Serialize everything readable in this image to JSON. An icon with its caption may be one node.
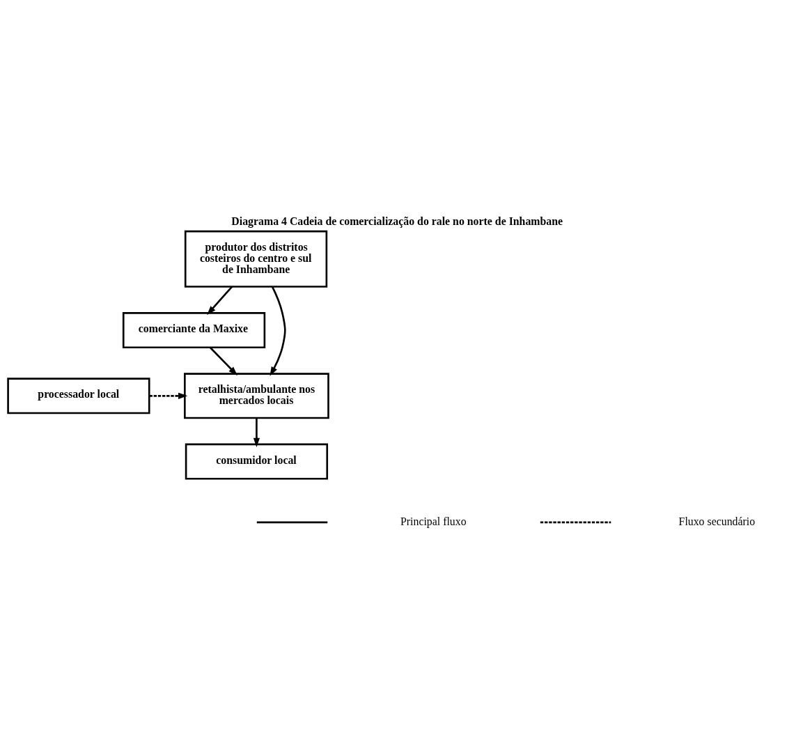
{
  "diagram": {
    "title": "Diagrama 4 Cadeia de comercialização do rale no norte de Inhambane",
    "nodes": [
      {
        "text": [
          "produtor dos distritos costeiros do centro e sul de Inhambane"
        ]
      },
      {
        "text": [
          "comerciante da Maxixe"
        ]
      },
      {
        "text": [
          "retalhista/ambulante nos mercados locais"
        ]
      },
      {
        "text": [
          "processador local"
        ]
      },
      {
        "text": [
          "consumidor local"
        ]
      }
    ],
    "edges": [
      {
        "from": 0,
        "to": 1,
        "arrow": "to"
      },
      {
        "from": 1,
        "to": 2,
        "arrow": "to"
      },
      {
        "from": 0,
        "to": 2,
        "arrow": "to"
      },
      {
        "from": 3,
        "to": 2,
        "arrow": "to",
        "style": "dashed"
      },
      {
        "from": 2,
        "to": 4,
        "arrow": "to"
      }
    ],
    "legend": [
      {
        "text": "Principal fluxo"
      },
      {
        "text": "Fluxo secundário"
      }
    ]
  }
}
